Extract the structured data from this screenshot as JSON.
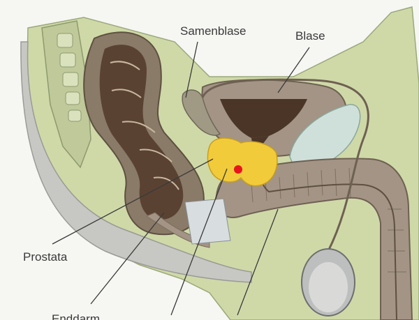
{
  "labels": {
    "seminal_vesicle": "Samenblase",
    "bladder": "Blase",
    "prostate": "Prostata",
    "rectum": "Enddarm"
  },
  "marker": {
    "color": "#e8141c"
  },
  "colors": {
    "background": "#f6f6f3",
    "tissue": "#cfd9a8",
    "muscle": "#a39485",
    "prostate": "#f2cb3a",
    "rectum_lumen": "#5a4232",
    "bladder_lumen": "#4a3526",
    "cartilage": "#cfe0da"
  }
}
